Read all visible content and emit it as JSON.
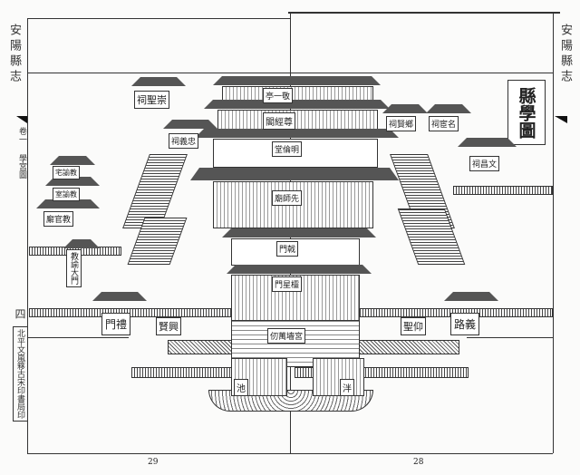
{
  "title": "縣學圖",
  "left_margin": {
    "book_title": "安陽縣志",
    "volume": "卷一",
    "section": "學宮圖",
    "leaf": "四",
    "printer": "北平文嵐簃古宋印書局印"
  },
  "right_margin": {
    "book_title": "安陽縣志"
  },
  "page_numbers": {
    "left": "29",
    "right": "28"
  },
  "labels": {
    "chongsheng": "崇聖祠",
    "jingyi": "敬一亭",
    "zunjing": "尊經閣",
    "minglun": "明倫堂",
    "zhongyi": "忠義祠",
    "xianshi": "先師廟",
    "jimen": "戟門",
    "lingxing": "欞星門",
    "gongqiang": "宮墻萬仞",
    "limen": "禮門",
    "yilu": "義路",
    "xingxian": "興賢",
    "yangsheng": "仰聖",
    "panchi_l": "泮",
    "panchi_r": "池",
    "wenchang": "文昌祠",
    "minghuan": "名宦祠",
    "xiangxian": "鄉賢祠",
    "jiaoyu_zhai": "教諭宅",
    "jiaoyu_shi": "教諭室",
    "jiaoguan": "教官廨",
    "jiaoyu_men": "教諭大門"
  }
}
